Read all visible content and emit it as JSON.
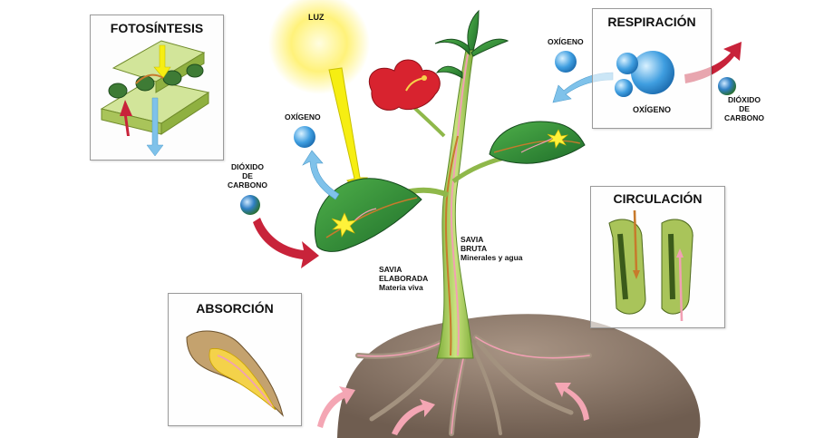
{
  "boxes": {
    "photosynthesis": "FOTOSÍNTESIS",
    "respiration": "RESPIRACIÓN",
    "respiration_inner": "OXÍGENO",
    "circulation": "CIRCULACIÓN",
    "absorption": "ABSORCIÓN"
  },
  "labels": {
    "light": "LUZ",
    "oxygen_left": "OXÍGENO",
    "oxygen_right": "OXÍGENO",
    "co2_left": [
      "DIÓXIDO",
      "DE",
      "CARBONO"
    ],
    "co2_right": [
      "DIÓXIDO",
      "DE",
      "CARBONO"
    ],
    "raw_sap": [
      "SAVIA",
      "BRUTA",
      "Minerales y agua"
    ],
    "processed_sap": [
      "SAVIA",
      "ELABORADA",
      "Materia viva"
    ]
  },
  "colors": {
    "leaf": "#2f8a3a",
    "stem": "#a9cf5a",
    "sap_raw": "#f2a0b4",
    "sap_elaborated": "#c77a2c",
    "soil": "#8a7766",
    "sun": "#fff27a",
    "oxygen": "#3f9ee0",
    "co2_arrow": "#c8233a",
    "o2_arrow": "#7fc2ea",
    "flower": "#d8232f"
  }
}
